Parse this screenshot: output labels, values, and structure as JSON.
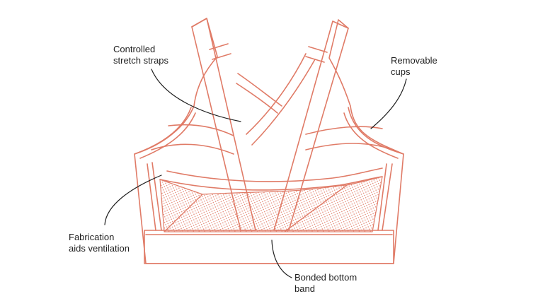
{
  "colors": {
    "outline": "#e07b67",
    "dots": "#e38a78",
    "leader": "#1f1f1f",
    "background": "#ffffff"
  },
  "labels": {
    "straps": {
      "line1": "Controlled",
      "line2": "stretch straps"
    },
    "cups": {
      "line1": "Removable",
      "line2": "cups"
    },
    "ventilation": {
      "line1": "Fabrication",
      "line2": "aids ventilation"
    },
    "band": {
      "line1": "Bonded bottom",
      "line2": "band"
    }
  }
}
